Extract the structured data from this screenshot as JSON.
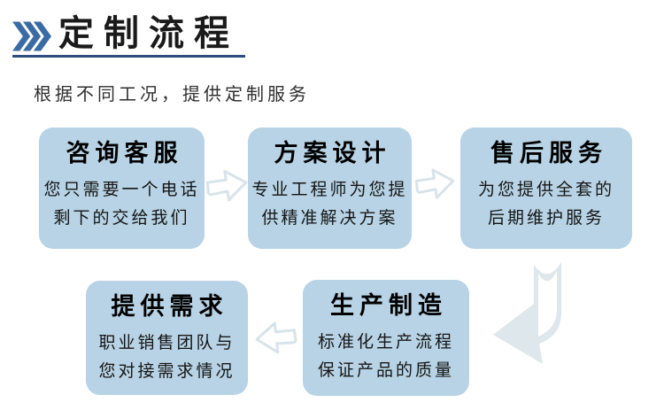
{
  "header": {
    "icon": "triple-chevron-right-icon",
    "title": "定制流程",
    "subtitle": "根据不同工况，提供定制服务",
    "accent_color": "#3a6ba3",
    "underline_color": "#2c4d7e"
  },
  "flow": {
    "box_fill_color": "#b7d3e5",
    "arrow_color": "#dde7ec",
    "steps": [
      {
        "title": "咨询客服",
        "desc_line1": "您只需要一个电话",
        "desc_line2": "剩下的交给我们"
      },
      {
        "title": "方案设计",
        "desc_line1": "专业工程师为您提",
        "desc_line2": "供精准解决方案"
      },
      {
        "title": "售后服务",
        "desc_line1": "为您提供全套的",
        "desc_line2": "后期维护服务"
      },
      {
        "title": "提供需求",
        "desc_line1": "职业销售团队与",
        "desc_line2": "您对接需求情况"
      },
      {
        "title": "生产制造",
        "desc_line1": "标准化生产流程",
        "desc_line2": "保证产品的质量"
      }
    ],
    "connector_icons": [
      "block-arrow-right-icon",
      "block-arrow-right-icon",
      "curved-arrow-down-left-icon",
      "block-arrow-left-icon"
    ]
  }
}
